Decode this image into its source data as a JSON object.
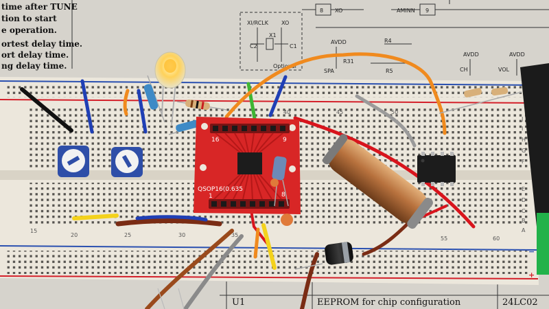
{
  "document": {
    "instruction_lines": [
      "time after TUNE",
      "tion to start",
      "e operation.",
      "ortest delay time.",
      "ort delay time.",
      "ng delay time."
    ],
    "schematic_labels": {
      "xi_rclk": "XI/RCLK",
      "xo": "XO",
      "c2": "C2",
      "c1": "C1",
      "x1": "X1",
      "optional": "Optional",
      "avdd_1": "AVDD",
      "avdd_2": "AVDD",
      "avdd_3": "AVDD",
      "r4": "R4",
      "r5": "R5",
      "r31": "R31",
      "spa": "SPA",
      "ch": "CH",
      "vol": "VOL",
      "pin_8": "8",
      "pin_xo": "XO",
      "aminn": "AMINN",
      "pin_9": "9"
    },
    "table": {
      "ref": "U1",
      "description": "EEPROM for chip configuration",
      "part": "24LC02"
    }
  },
  "breadboard": {
    "column_numbers": [
      "15",
      "20",
      "25",
      "30",
      "35",
      "40",
      "45",
      "50",
      "55",
      "60"
    ],
    "row_letters_top": [
      "J",
      "I",
      "H",
      "G",
      "F"
    ],
    "row_letters_bottom": [
      "E",
      "D",
      "C",
      "B",
      "A"
    ],
    "rail_signs": {
      "plus": "+",
      "minus": "−"
    }
  },
  "adapter_board": {
    "label": "QSOP16(0.635",
    "pin_1": "1",
    "pin_8": "8",
    "pin_9": "9",
    "pin_16": "16"
  },
  "colors": {
    "breadboard": "#ece7dc",
    "rail_red": "#d4202a",
    "rail_blue": "#2a50b0",
    "pcb_red": "#d82626",
    "wire_orange": "#f08a1e",
    "wire_blue": "#1f3fb5",
    "wire_black": "#111111",
    "wire_red": "#d8141c",
    "wire_green": "#3fb533",
    "wire_yellow": "#f4d21c",
    "wire_brown": "#7a2c14",
    "coil_copper": "#b8723e",
    "trimmer_blue": "#2e4ea8"
  }
}
